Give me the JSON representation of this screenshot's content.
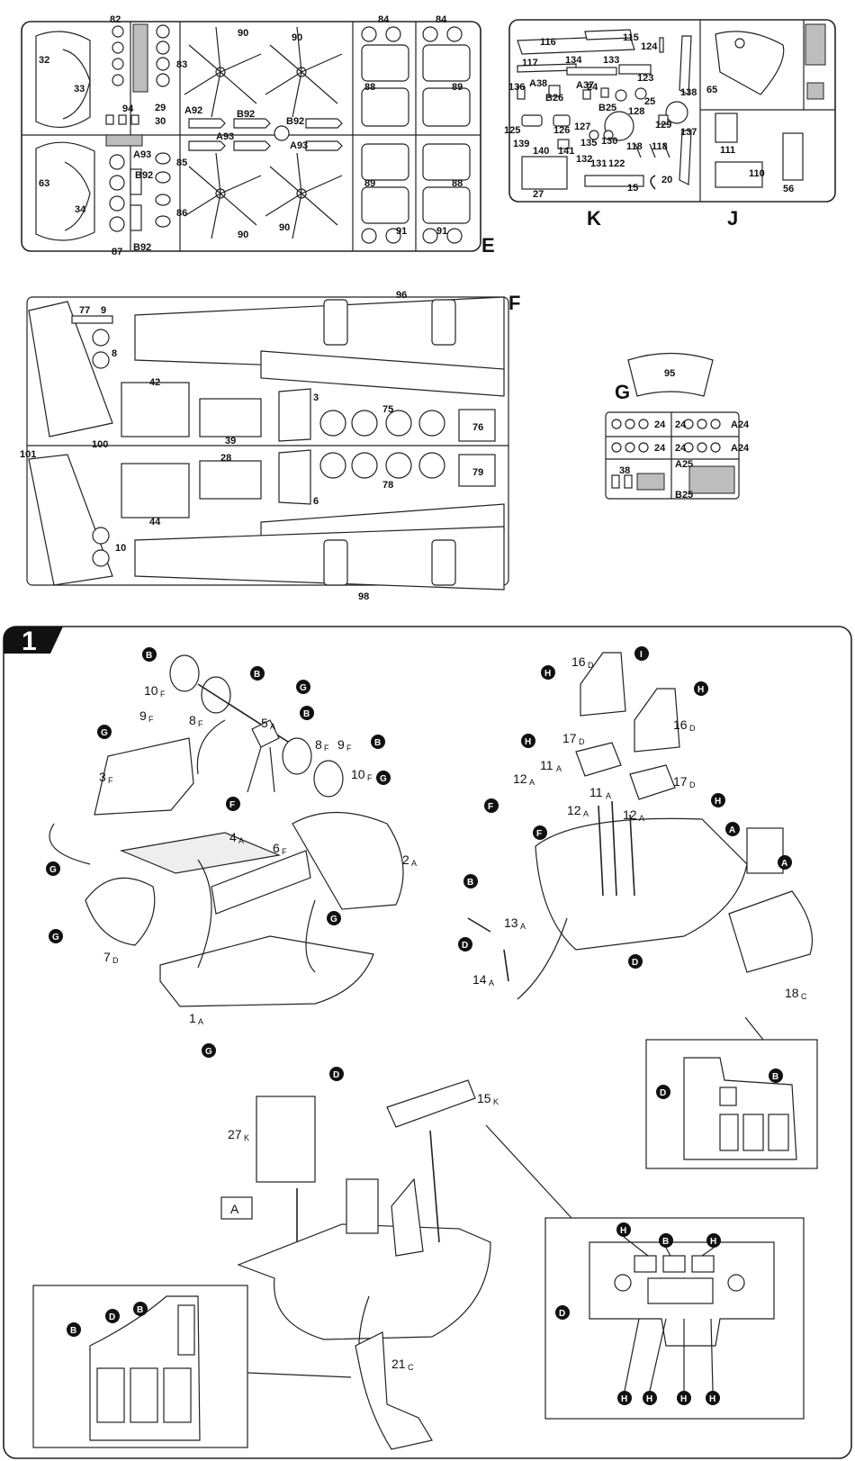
{
  "sprues": {
    "E": {
      "letter": "E",
      "parts": [
        "82",
        "84",
        "84",
        "90",
        "90",
        "32",
        "33",
        "83",
        "29",
        "94",
        "30",
        "A92",
        "B92",
        "B92",
        "A93",
        "A93",
        "B92",
        "88",
        "89",
        "63",
        "34",
        "85",
        "86",
        "89",
        "88",
        "90",
        "90",
        "87",
        "B92",
        "91",
        "91",
        "A93"
      ]
    },
    "K": {
      "letter": "K",
      "parts": [
        "116",
        "115",
        "124",
        "117",
        "134",
        "133",
        "136",
        "A38",
        "B26",
        "A37",
        "24",
        "123",
        "25",
        "B25",
        "128",
        "125",
        "126",
        "127",
        "129",
        "139",
        "140",
        "141",
        "135",
        "130",
        "118",
        "118",
        "132",
        "131",
        "122",
        "27",
        "15",
        "20",
        "138",
        "137"
      ]
    },
    "J": {
      "letter": "J",
      "parts": [
        "65",
        "111",
        "110",
        "56"
      ]
    },
    "F": {
      "letter": "F",
      "parts": [
        "77",
        "9",
        "96",
        "8",
        "42",
        "3",
        "75",
        "76",
        "39",
        "28",
        "101",
        "100",
        "6",
        "79",
        "78",
        "44",
        "10",
        "98"
      ]
    },
    "G": {
      "letter": "G",
      "parts": [
        "95",
        "24",
        "24",
        "A24",
        "24",
        "24",
        "A24",
        "38",
        "A25",
        "B25"
      ]
    }
  },
  "step": {
    "number": "1",
    "callout_box": "A",
    "parts": [
      {
        "num": "10",
        "sprue": "F"
      },
      {
        "num": "9",
        "sprue": "F"
      },
      {
        "num": "8",
        "sprue": "F"
      },
      {
        "num": "5",
        "sprue": "A"
      },
      {
        "num": "8",
        "sprue": "F"
      },
      {
        "num": "9",
        "sprue": "F"
      },
      {
        "num": "10",
        "sprue": "F"
      },
      {
        "num": "3",
        "sprue": "F"
      },
      {
        "num": "4",
        "sprue": "A"
      },
      {
        "num": "6",
        "sprue": "F"
      },
      {
        "num": "2",
        "sprue": "A"
      },
      {
        "num": "7",
        "sprue": "D"
      },
      {
        "num": "1",
        "sprue": "A"
      },
      {
        "num": "16",
        "sprue": "D"
      },
      {
        "num": "16",
        "sprue": "D"
      },
      {
        "num": "17",
        "sprue": "D"
      },
      {
        "num": "17",
        "sprue": "D"
      },
      {
        "num": "11",
        "sprue": "A"
      },
      {
        "num": "12",
        "sprue": "A"
      },
      {
        "num": "11",
        "sprue": "A"
      },
      {
        "num": "12",
        "sprue": "A"
      },
      {
        "num": "12",
        "sprue": "A"
      },
      {
        "num": "13",
        "sprue": "A"
      },
      {
        "num": "14",
        "sprue": "A"
      },
      {
        "num": "18",
        "sprue": "C"
      },
      {
        "num": "27",
        "sprue": "K"
      },
      {
        "num": "15",
        "sprue": "K"
      },
      {
        "num": "21",
        "sprue": "C"
      }
    ],
    "color_badges": [
      "B",
      "B",
      "G",
      "B",
      "B",
      "G",
      "G",
      "F",
      "G",
      "G",
      "G",
      "G",
      "H",
      "I",
      "H",
      "H",
      "H",
      "A",
      "A",
      "F",
      "F",
      "B",
      "D",
      "D",
      "D",
      "B",
      "D",
      "B",
      "D",
      "B",
      "H",
      "B",
      "H",
      "D",
      "H",
      "H",
      "H",
      "H"
    ]
  },
  "colors": {
    "badge": "#111111",
    "line": "#222222",
    "sprue_dark": "#bdbdbd"
  }
}
